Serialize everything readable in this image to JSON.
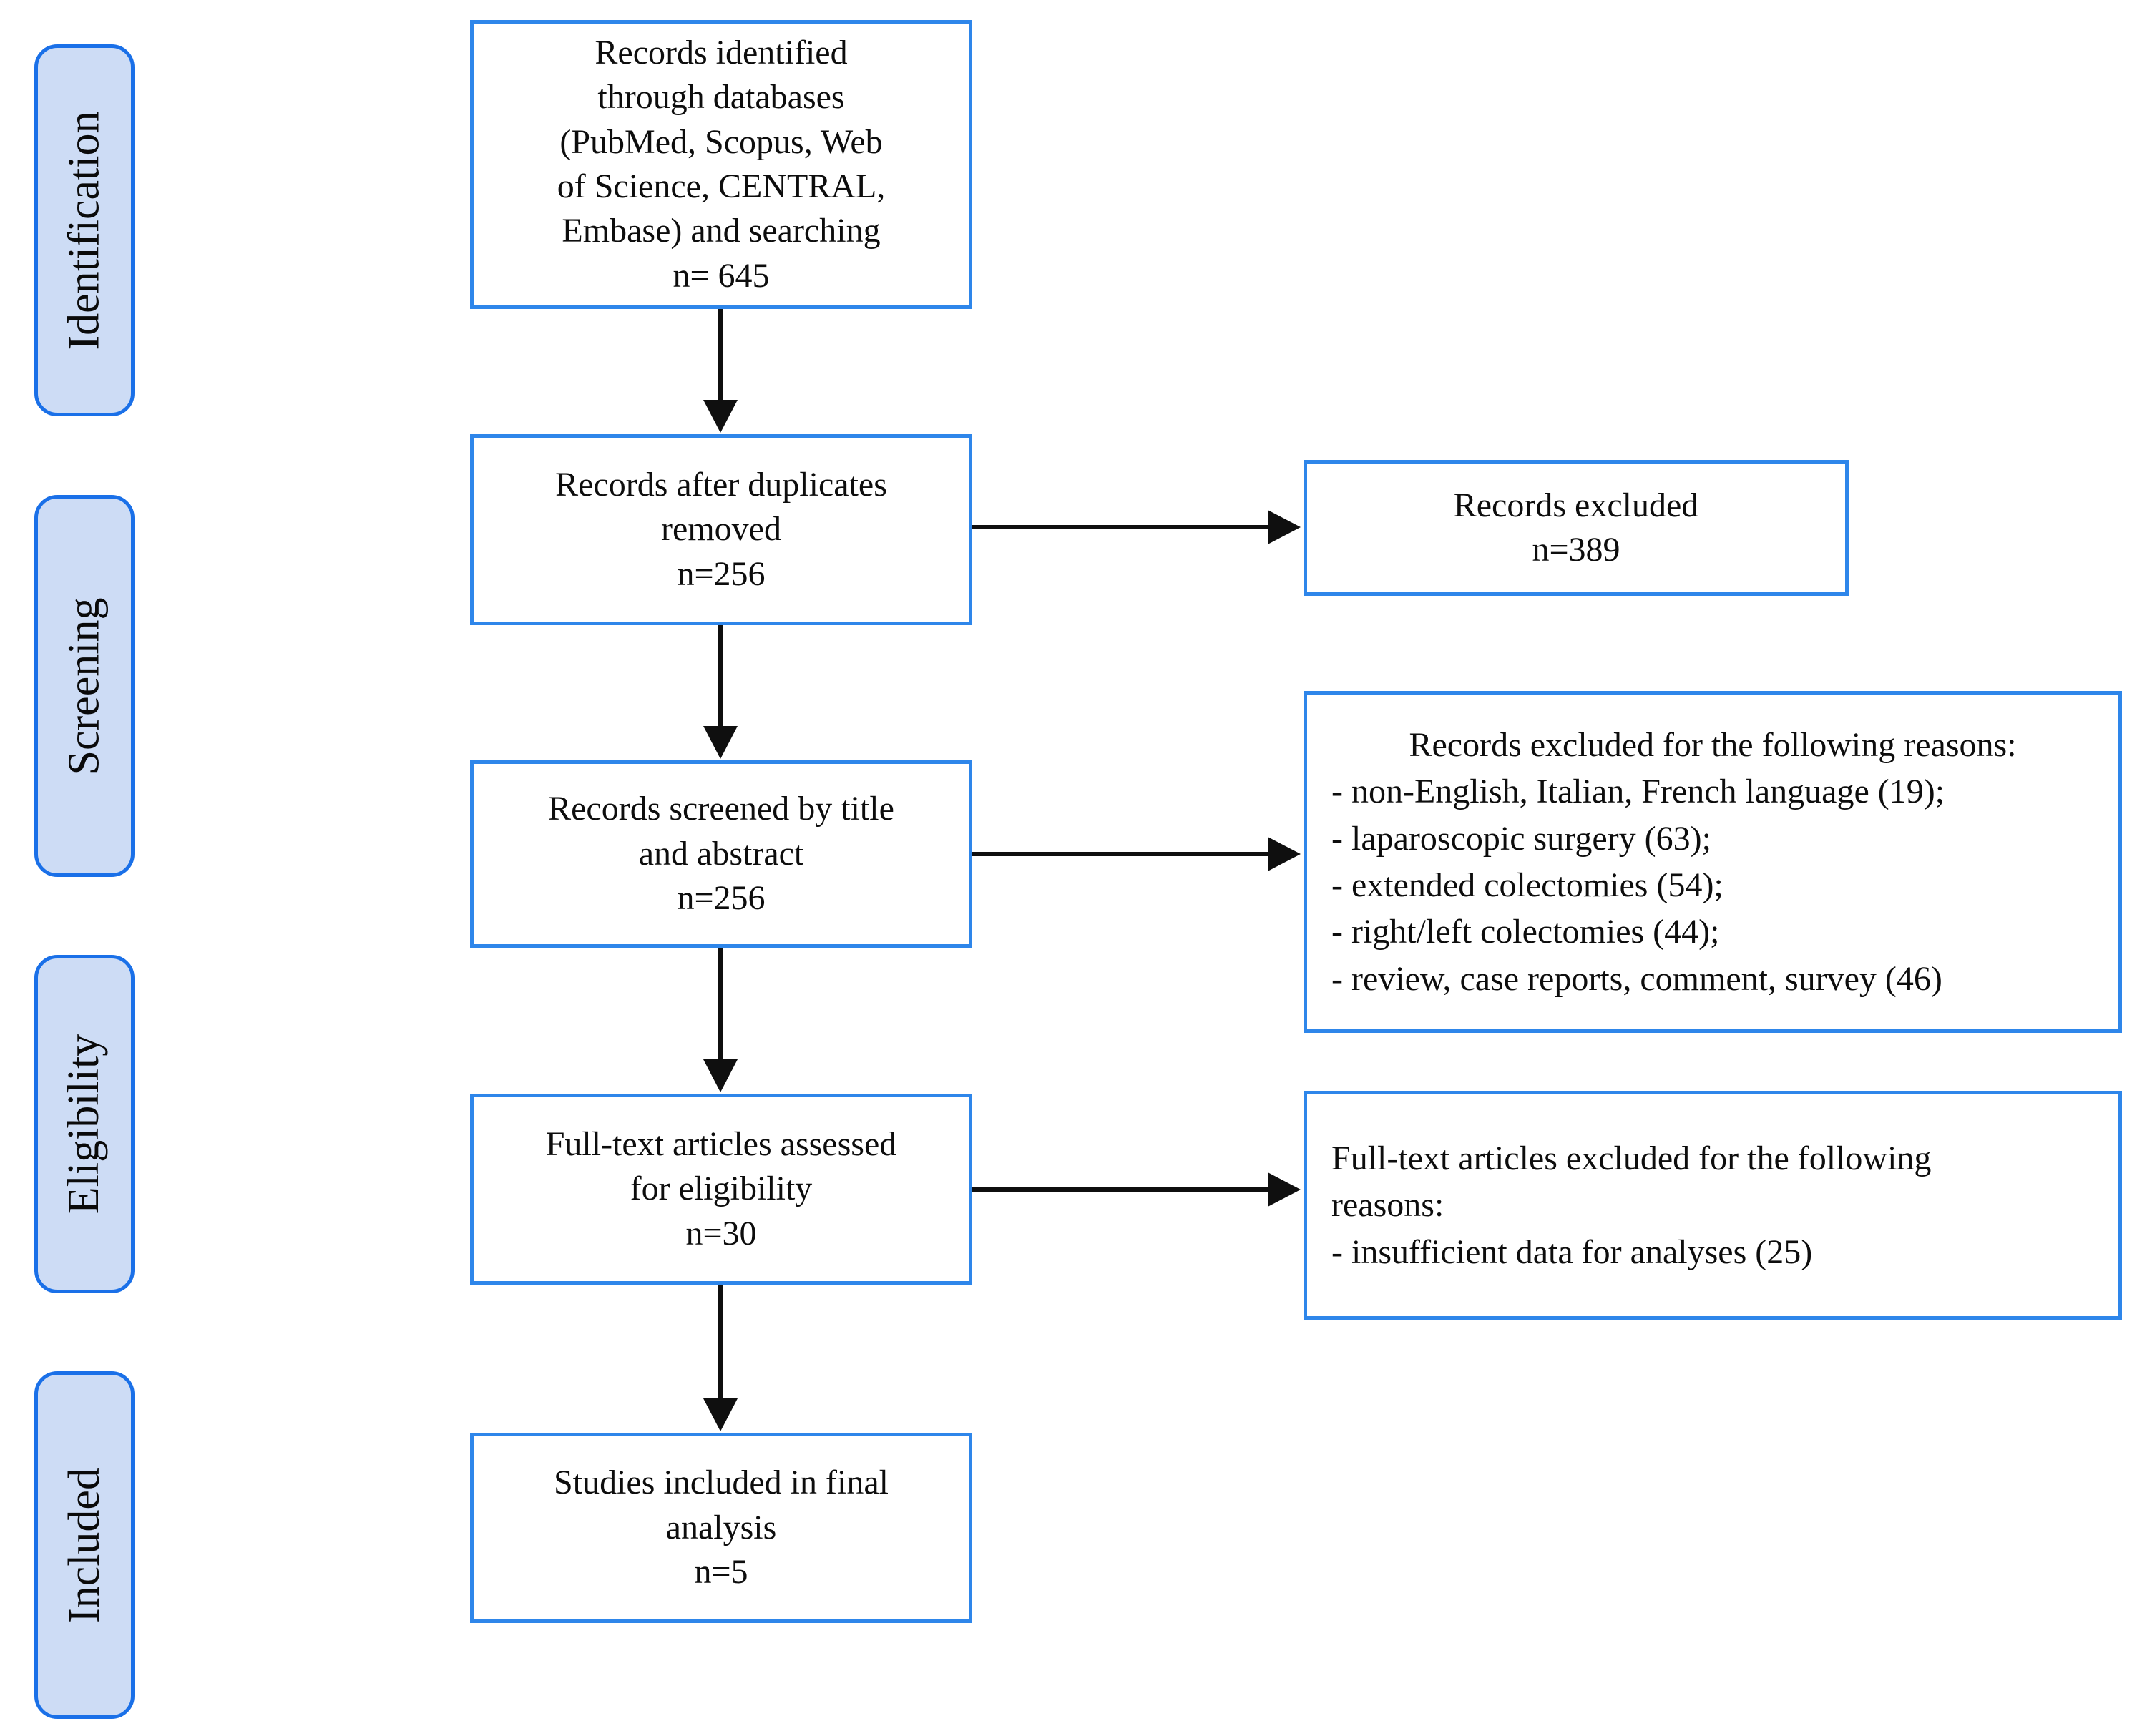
{
  "colors": {
    "box_border": "#2e86ea",
    "stage_border": "#1a70e8",
    "stage_fill": "#cddcf5",
    "arrow": "#0f0f0f",
    "text": "#0d0d0d",
    "background": "#ffffff"
  },
  "stages": {
    "identification": "Identification",
    "screening": "Screening",
    "eligibility": "Eligibility",
    "included": "Included"
  },
  "boxes": {
    "identified": "Records identified\nthrough databases\n(PubMed, Scopus, Web\nof Science, CENTRAL,\nEmbase) and searching\nn= 645",
    "duplicates_removed": "Records after duplicates\nremoved\nn=256",
    "screened": "Records screened by title\nand abstract\nn=256",
    "fulltext_assessed": "Full-text articles assessed\nfor eligibility\nn=30",
    "included_final": "Studies included in final\nanalysis\nn=5"
  },
  "exclusions": {
    "records_excluded": "Records excluded\nn=389",
    "reasons_header": "Records excluded for the following reasons:",
    "reasons_list": "- non-English, Italian, French language (19);\n- laparoscopic surgery (63);\n- extended colectomies (54);\n- right/left colectomies (44);\n- review, case reports, comment, survey (46)",
    "fulltext_excluded": "Full-text articles excluded for the following\nreasons:\n- insufficient data for analyses (25)"
  }
}
